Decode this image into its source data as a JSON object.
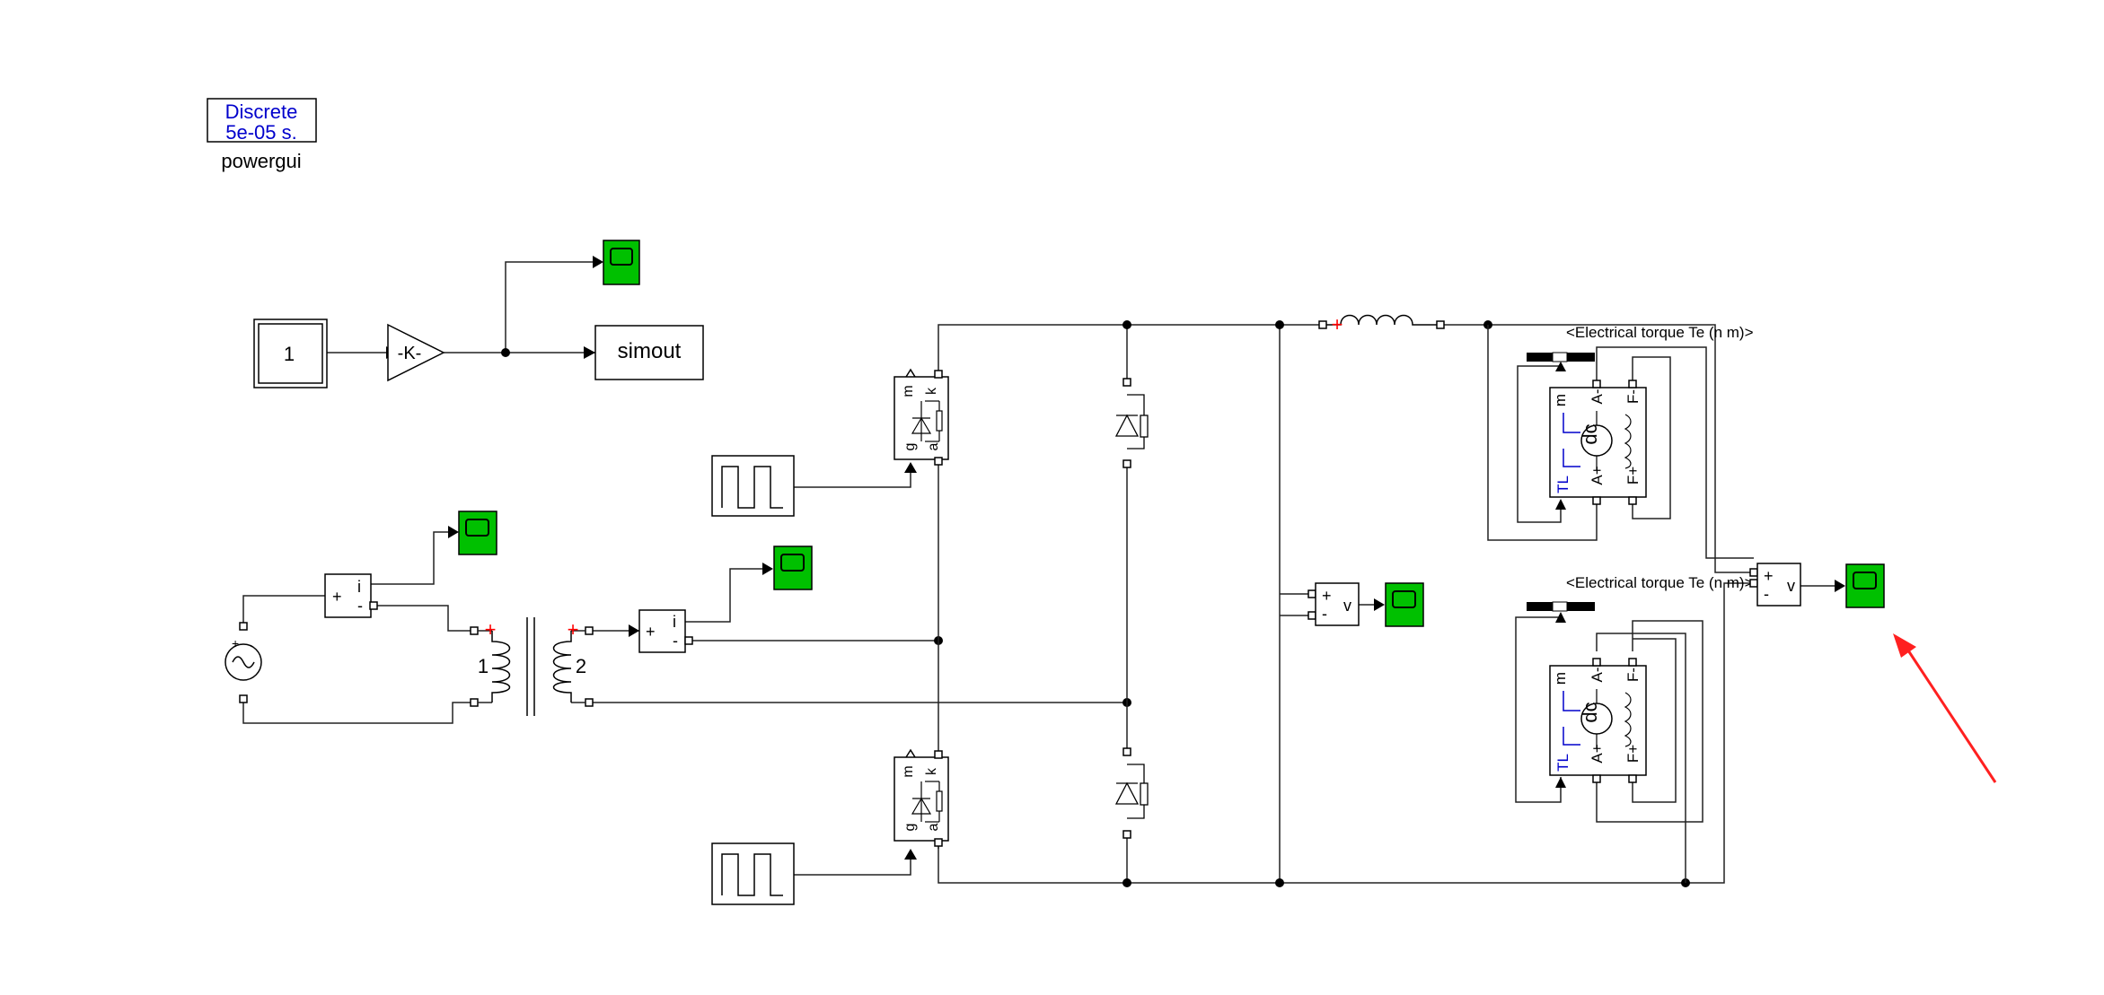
{
  "powergui": {
    "line1": "Discrete",
    "line2": "5e-05 s.",
    "name": "powergui"
  },
  "constant": {
    "value": "1"
  },
  "gain": {
    "value": "-K-"
  },
  "to_workspace": {
    "name": "simout"
  },
  "current_meas": {
    "plus": "+",
    "minus": "-",
    "sym": "i"
  },
  "voltage_meas": {
    "plus": "+",
    "minus": "-",
    "sym": "v"
  },
  "transformer": {
    "w1": "1",
    "w2": "2"
  },
  "thyristor": {
    "m": "m",
    "k": "k",
    "g": "g",
    "a": "a"
  },
  "motor": {
    "m": "m",
    "tl": "TL",
    "core": "dc",
    "aplus": "A+",
    "aminus": "A-",
    "fplus": "F+",
    "fminus": "F-",
    "torque_label": "<Electrical torque Te (n m)>"
  },
  "source": {
    "sign": "+"
  },
  "colors": {
    "scope": "#00c000",
    "powergui_text": "#0000cc",
    "annotation_arrow": "#ff2020",
    "polarity": "#ff0000",
    "tl_port": "#0000cc"
  },
  "icons": [
    "scope-icon",
    "pulse-icon",
    "ac-source-icon",
    "diode-icon",
    "inductor-icon",
    "dc-machine-icon"
  ]
}
